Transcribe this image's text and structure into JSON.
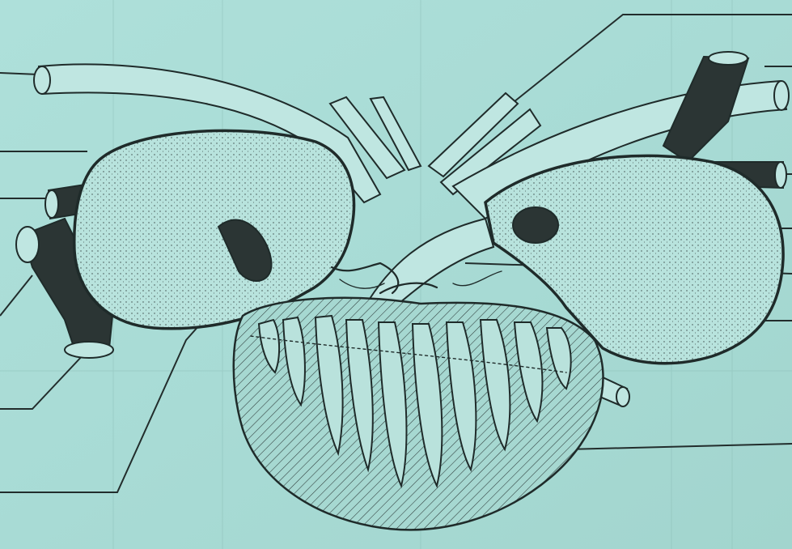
{
  "figure": {
    "labels": []
  },
  "colors": {
    "background": "#a9dcd6",
    "ink": "#1f2b2a",
    "vessel_light": "#bfe6e1",
    "vessel_dark": "#2b3534"
  },
  "structures": [
    "left-atrium",
    "right-atrium",
    "ventricle",
    "aortic-arches",
    "pulmonary-veins",
    "sinus-venosus",
    "papillary-muscles"
  ]
}
